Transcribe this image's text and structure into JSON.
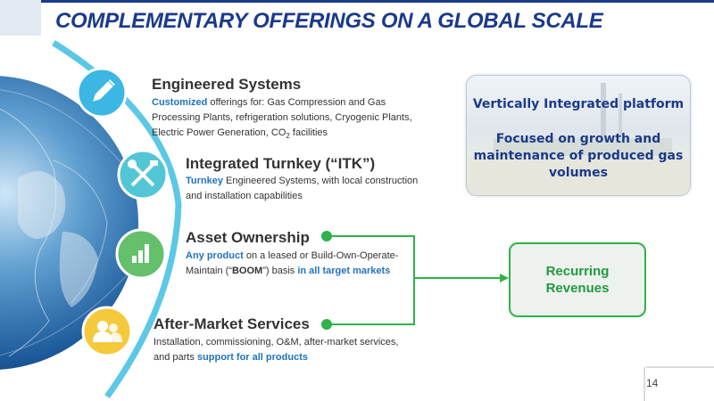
{
  "title": "COMPLEMENTARY OFFERINGS ON A GLOBAL SCALE",
  "colors": {
    "title": "#1b3a8a",
    "accent_blue": "#1f73c2",
    "green": "#2eb24a",
    "arc": "#5bc8e6"
  },
  "offerings": [
    {
      "icon": "pencil-icon",
      "heading": "Engineered Systems",
      "desc": {
        "highlight": "Customized",
        "line1_rest": " offerings for: Gas Compression and Gas",
        "line2": "Processing Plants, refrigeration solutions, Cryogenic Plants,",
        "line3_pre": "Electric Power Generation, CO",
        "sub": "2",
        "line3_post": " facilities"
      }
    },
    {
      "icon": "tools-icon",
      "heading": "Integrated Turnkey (“ITK”)",
      "desc": {
        "highlight": "Turnkey",
        "line1_rest": " Engineered Systems, with local construction",
        "line2": "and installation capabilities"
      }
    },
    {
      "icon": "bar-chart-icon",
      "heading": "Asset Ownership",
      "desc": {
        "highlight": "Any product",
        "line1_rest": " on a leased or Build-Own-Operate-",
        "line2_pre": "Maintain (“",
        "line2_bold": "BOOM",
        "line2_mid": "”) basis ",
        "line2_highlight": "in all target markets"
      }
    },
    {
      "icon": "users-icon",
      "heading": "After-Market Services",
      "desc": {
        "line1": "Installation, commissioning, O&M, after-market services,",
        "line2_pre": "and parts ",
        "line2_highlight": "support for all products"
      }
    }
  ],
  "vertical_box": {
    "line1": "Vertically Integrated platform",
    "line2": "Focused on growth and",
    "line3": "maintenance of produced gas",
    "line4": "volumes"
  },
  "recurring": {
    "line1": "Recurring",
    "line2": "Revenues"
  },
  "page_number": "14"
}
